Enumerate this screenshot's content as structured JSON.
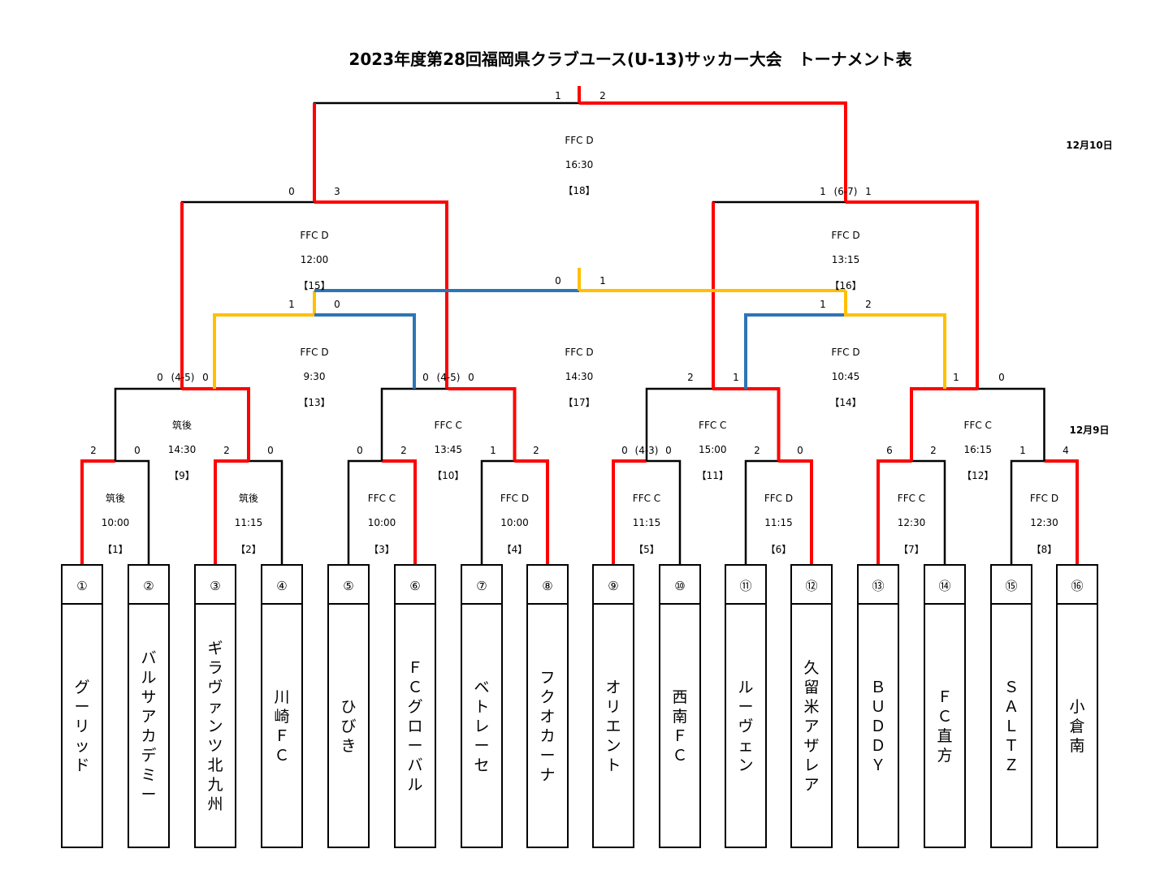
{
  "title": "2023年度第28回福岡県クラブユース(U-13)サッカー大会　トーナメント表",
  "dates": {
    "semi_final": "12月10日",
    "first_rounds": "12月9日"
  },
  "colors": {
    "win": "#ff0000",
    "lose": "#000000",
    "third_a": "#ffc000",
    "third_b": "#2e75b6"
  },
  "teams": [
    {
      "no": "①",
      "name": "グーリッド"
    },
    {
      "no": "②",
      "name": "バルサアカデミー"
    },
    {
      "no": "③",
      "name": "ギラヴァンツ北九州"
    },
    {
      "no": "④",
      "name": "川崎ＦＣ"
    },
    {
      "no": "⑤",
      "name": "ひびき"
    },
    {
      "no": "⑥",
      "name": "ＦＣグローバル"
    },
    {
      "no": "⑦",
      "name": "ベトレーセ"
    },
    {
      "no": "⑧",
      "name": "フクオカーナ"
    },
    {
      "no": "⑨",
      "name": "オリエント"
    },
    {
      "no": "⑩",
      "name": "西南ＦＣ"
    },
    {
      "no": "⑪",
      "name": "ルーヴェン"
    },
    {
      "no": "⑫",
      "name": "久留米アザレア"
    },
    {
      "no": "⑬",
      "name": "ＢＵＤＤＹ"
    },
    {
      "no": "⑭",
      "name": "ＦＣ直方"
    },
    {
      "no": "⑮",
      "name": "ＳＡＬＴＺ"
    },
    {
      "no": "⑯",
      "name": "小倉南"
    }
  ],
  "matches": [
    {
      "id": "【1】",
      "venue": "筑後",
      "time": "10:00",
      "score_left": "",
      "score_right": ""
    },
    {
      "id": "【2】",
      "venue": "筑後",
      "time": "11:15",
      "score_left": "",
      "score_right": ""
    },
    {
      "id": "【3】",
      "venue": "FFC C",
      "time": "10:00",
      "score_left": "",
      "score_right": ""
    },
    {
      "id": "【4】",
      "venue": "FFC D",
      "time": "10:00",
      "score_left": "",
      "score_right": ""
    },
    {
      "id": "【5】",
      "venue": "FFC C",
      "time": "11:15",
      "score_left": "",
      "score_right": ""
    },
    {
      "id": "【6】",
      "venue": "FFC D",
      "time": "11:15",
      "score_left": "",
      "score_right": ""
    },
    {
      "id": "【7】",
      "venue": "FFC C",
      "time": "12:30",
      "score_left": "",
      "score_right": ""
    },
    {
      "id": "【8】",
      "venue": "FFC D",
      "time": "12:30",
      "score_left": "",
      "score_right": ""
    },
    {
      "id": "【9】",
      "venue": "筑後",
      "time": "14:30",
      "score_left": "0",
      "score_right": "0"
    },
    {
      "id": "【10】",
      "venue": "FFC C",
      "time": "13:45",
      "score_left": "0",
      "score_right": "0"
    },
    {
      "id": "【11】",
      "venue": "FFC C",
      "time": "15:00",
      "score_left": "2",
      "score_right": "1"
    },
    {
      "id": "【12】",
      "venue": "FFC C",
      "time": "16:15",
      "score_left": "1",
      "score_right": "0"
    },
    {
      "id": "【13】",
      "venue": "FFC D",
      "time": "9:30",
      "score_left": "1",
      "score_right": "0"
    },
    {
      "id": "【14】",
      "venue": "FFC D",
      "time": "10:45",
      "score_left": "1",
      "score_right": "2"
    },
    {
      "id": "【15】",
      "venue": "FFC D",
      "time": "12:00",
      "score_left": "0",
      "score_right": "3"
    },
    {
      "id": "【16】",
      "venue": "FFC D",
      "time": "13:15",
      "score_left": "1",
      "score_right": "1"
    },
    {
      "id": "【17】",
      "venue": "FFC D",
      "time": "14:30",
      "score_left": "0",
      "score_right": "1"
    },
    {
      "id": "【18】",
      "venue": "FFC D",
      "time": "16:30",
      "score_left": "1",
      "score_right": "2"
    }
  ],
  "r1_scores": [
    [
      "2",
      "0"
    ],
    [
      "2",
      "0"
    ],
    [
      "0",
      "2"
    ],
    [
      "1",
      "2"
    ],
    [
      "0",
      "0"
    ],
    [
      "2",
      "0"
    ],
    [
      "6",
      "2"
    ],
    [
      "1",
      "4"
    ]
  ],
  "pk": {
    "m9": "(4-5)",
    "m10": "(4-5)",
    "m5": "(4-3)",
    "m16": "(6-7)"
  }
}
